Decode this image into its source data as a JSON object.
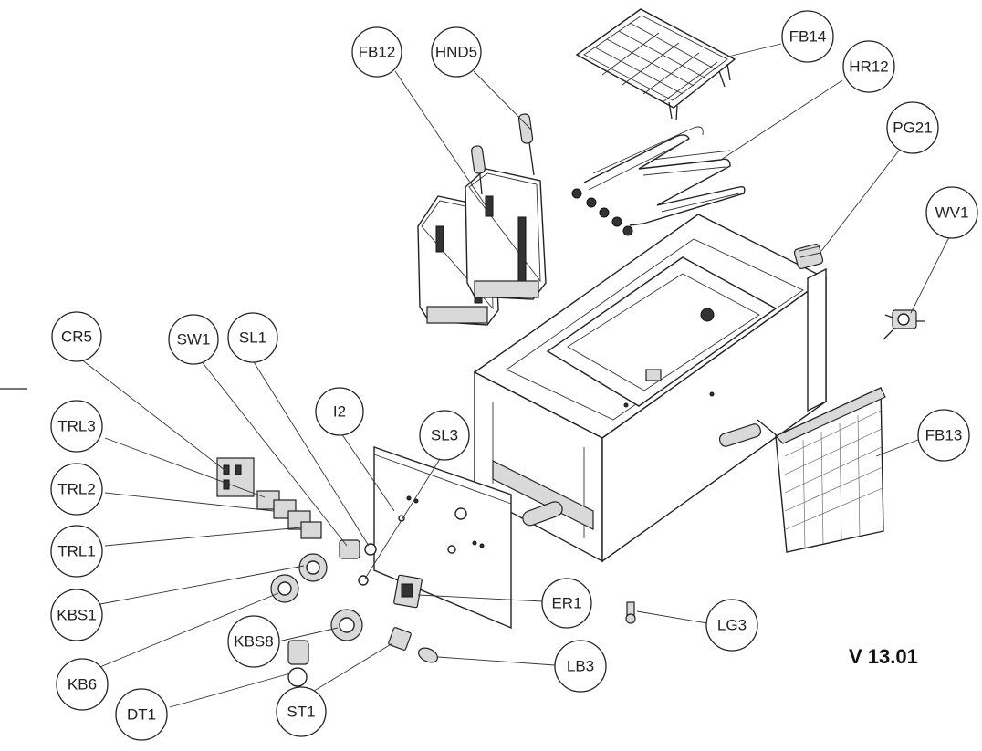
{
  "labels": {
    "FB12": "FB12",
    "HND5": "HND5",
    "FB14": "FB14",
    "HR12": "HR12",
    "PG21": "PG21",
    "WV1": "WV1",
    "CR5": "CR5",
    "SW1": "SW1",
    "SL1": "SL1",
    "I2": "I2",
    "SL3": "SL3",
    "TRL3": "TRL3",
    "TRL2": "TRL2",
    "TRL1": "TRL1",
    "KBS1": "KBS1",
    "KB6": "KB6",
    "KBS8": "KBS8",
    "DT1": "DT1",
    "ST1": "ST1",
    "ER1": "ER1",
    "LB3": "LB3",
    "LG3": "LG3",
    "FB13": "FB13"
  },
  "version": "V 13.01"
}
